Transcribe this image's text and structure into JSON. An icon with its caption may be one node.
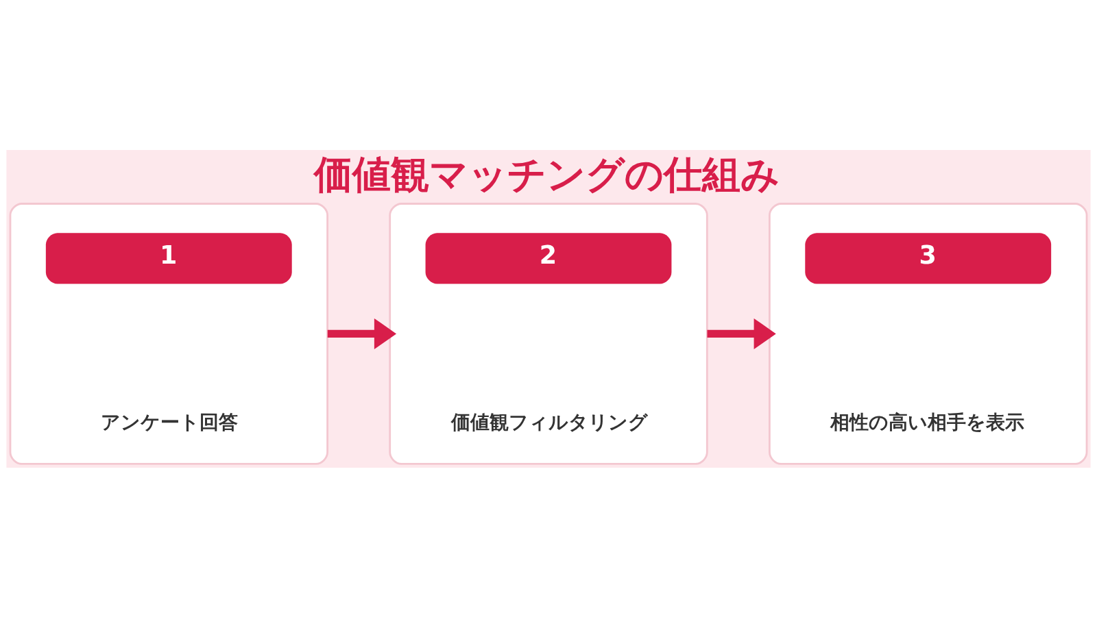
{
  "diagram": {
    "title": "価値観マッチングの仕組み",
    "nodes": [
      {
        "text": [
          "1",
          "アンケート回答"
        ]
      },
      {
        "text": [
          "2",
          "価値観フィルタリング"
        ]
      },
      {
        "text": [
          "3",
          "相性の高い相手を表示"
        ]
      }
    ],
    "edges": [
      {
        "from": 0,
        "to": 1,
        "arrow": "to"
      },
      {
        "from": 1,
        "to": 2,
        "arrow": "to"
      }
    ]
  }
}
